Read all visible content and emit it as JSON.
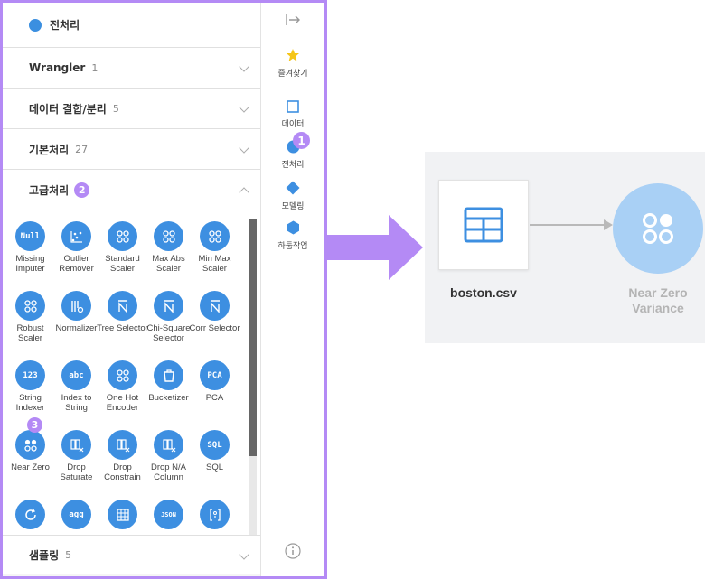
{
  "panel": {
    "header_title": "전처리",
    "sections": [
      {
        "label": "Wrangler",
        "count": "1"
      },
      {
        "label": "데이터 결합/분리",
        "count": "5"
      },
      {
        "label": "기본처리",
        "count": "27"
      },
      {
        "label": "고급처리",
        "badge": "2"
      },
      {
        "label": "샘플링",
        "count": "5"
      }
    ],
    "nodes": [
      {
        "label": "Missing Imputer",
        "icon": "Null"
      },
      {
        "label": "Outlier Remover",
        "icon": "outlier-icon"
      },
      {
        "label": "Standard Scaler",
        "icon": "scaler-icon"
      },
      {
        "label": "Max Abs Scaler",
        "icon": "scaler-icon"
      },
      {
        "label": "Min Max Scaler",
        "icon": "scaler-icon"
      },
      {
        "label": "Robust Scaler",
        "icon": "scaler-icon"
      },
      {
        "label": "Normalizer",
        "icon": "normalizer-icon"
      },
      {
        "label": "Tree Selector",
        "icon": "selector-icon"
      },
      {
        "label": "Chi-Square Selector",
        "icon": "selector-icon"
      },
      {
        "label": "Corr Selector",
        "icon": "selector-icon"
      },
      {
        "label": "String Indexer",
        "icon": "123"
      },
      {
        "label": "Index to String",
        "icon": "abc"
      },
      {
        "label": "One Hot Encoder",
        "icon": "encoder-icon"
      },
      {
        "label": "Bucketizer",
        "icon": "bucket-icon"
      },
      {
        "label": "PCA",
        "icon": "PCA"
      },
      {
        "label": "Near Zero",
        "icon": "near-zero-icon",
        "badge": "3"
      },
      {
        "label": "Drop Saturate",
        "icon": "drop-column-icon"
      },
      {
        "label": "Drop Constrain",
        "icon": "drop-column-icon"
      },
      {
        "label": "Drop N/A Column",
        "icon": "drop-column-icon"
      },
      {
        "label": "SQL",
        "icon": "SQL"
      },
      {
        "label": "",
        "icon": "refresh-icon"
      },
      {
        "label": "",
        "icon": "agg"
      },
      {
        "label": "",
        "icon": "table-icon"
      },
      {
        "label": "",
        "icon": "JSON"
      },
      {
        "label": "",
        "icon": "bracket-icon"
      }
    ]
  },
  "rail": {
    "items": [
      {
        "label": "즐겨찾기",
        "icon": "star-icon"
      },
      {
        "label": "데이터",
        "icon": "square-icon"
      },
      {
        "label": "전처리",
        "icon": "circle-icon",
        "badge": "1"
      },
      {
        "label": "모델링",
        "icon": "diamond-icon"
      },
      {
        "label": "하둡작업",
        "icon": "hexagon-icon"
      }
    ]
  },
  "canvas": {
    "source_label": "boston.csv",
    "target_label_line1": "Near Zero",
    "target_label_line2": "Variance"
  },
  "colors": {
    "accent": "#3d8fe1",
    "highlight": "#b48af5",
    "node_light": "#a9d0f5"
  }
}
